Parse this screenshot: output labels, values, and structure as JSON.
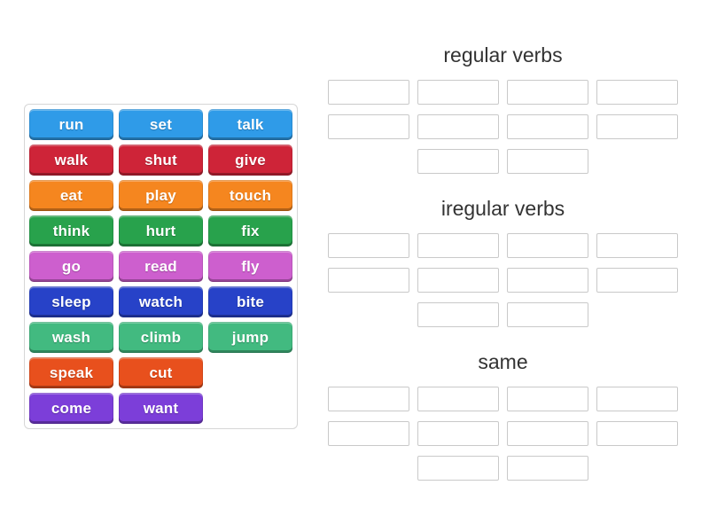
{
  "palette": {
    "blue": "#2F9BE8",
    "red": "#CE2438",
    "orange": "#F5861F",
    "green": "#28A24C",
    "orchid": "#CD5FCE",
    "royal": "#2742C8",
    "mint": "#42BA80",
    "vermilion": "#E8501D",
    "violet": "#7C3ED9"
  },
  "word_bank": {
    "rows": [
      [
        {
          "label": "run",
          "color": "blue"
        },
        {
          "label": "set",
          "color": "blue"
        },
        {
          "label": "talk",
          "color": "blue"
        }
      ],
      [
        {
          "label": "walk",
          "color": "red"
        },
        {
          "label": "shut",
          "color": "red"
        },
        {
          "label": "give",
          "color": "red"
        }
      ],
      [
        {
          "label": "eat",
          "color": "orange"
        },
        {
          "label": "play",
          "color": "orange"
        },
        {
          "label": "touch",
          "color": "orange"
        }
      ],
      [
        {
          "label": "think",
          "color": "green"
        },
        {
          "label": "hurt",
          "color": "green"
        },
        {
          "label": "fix",
          "color": "green"
        }
      ],
      [
        {
          "label": "go",
          "color": "orchid"
        },
        {
          "label": "read",
          "color": "orchid"
        },
        {
          "label": "fly",
          "color": "orchid"
        }
      ],
      [
        {
          "label": "sleep",
          "color": "royal"
        },
        {
          "label": "watch",
          "color": "royal"
        },
        {
          "label": "bite",
          "color": "royal"
        }
      ],
      [
        {
          "label": "wash",
          "color": "mint"
        },
        {
          "label": "climb",
          "color": "mint"
        },
        {
          "label": "jump",
          "color": "mint"
        }
      ],
      [
        {
          "label": "speak",
          "color": "vermilion"
        },
        {
          "label": "cut",
          "color": "vermilion"
        }
      ],
      [
        {
          "label": "come",
          "color": "violet"
        },
        {
          "label": "want",
          "color": "violet"
        }
      ]
    ]
  },
  "groups": [
    {
      "title": "regular verbs",
      "slot_rows": [
        4,
        4,
        2
      ]
    },
    {
      "title": "iregular verbs",
      "slot_rows": [
        4,
        4,
        2
      ]
    },
    {
      "title": "same",
      "slot_rows": [
        4,
        4,
        2
      ]
    }
  ]
}
